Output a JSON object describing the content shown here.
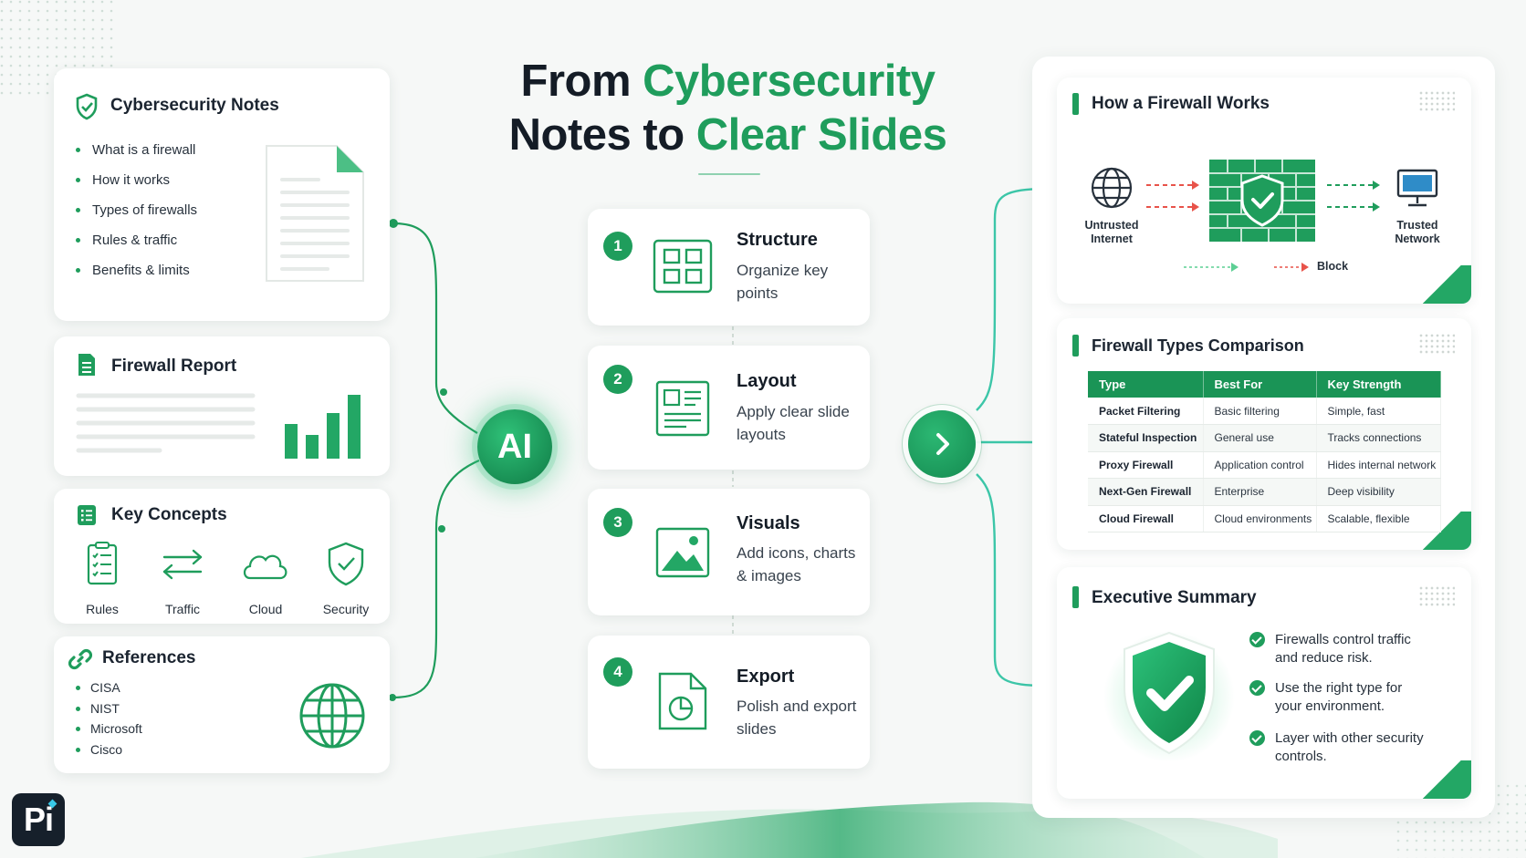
{
  "title": {
    "part1": "From ",
    "highlight1": "Cybersecurity",
    "part2": "Notes to ",
    "highlight2": "Clear Slides"
  },
  "notes_card": {
    "title": "Cybersecurity Notes",
    "items": [
      "What is a firewall",
      "How it works",
      "Types of firewalls",
      "Rules & traffic",
      "Benefits & limits"
    ]
  },
  "report_card": {
    "title": "Firewall Report"
  },
  "concepts_card": {
    "title": "Key Concepts",
    "items": [
      {
        "label": "Rules",
        "icon": "checklist-icon"
      },
      {
        "label": "Traffic",
        "icon": "swap-arrows-icon"
      },
      {
        "label": "Cloud",
        "icon": "cloud-icon"
      },
      {
        "label": "Security",
        "icon": "shield-check-icon"
      }
    ]
  },
  "references_card": {
    "title": "References",
    "items": [
      "CISA",
      "NIST",
      "Microsoft",
      "Cisco"
    ]
  },
  "ai_hub": {
    "label": "AI"
  },
  "steps": [
    {
      "num": "1",
      "title": "Structure",
      "desc": "Organize key points",
      "icon": "grid-layout-icon"
    },
    {
      "num": "2",
      "title": "Layout",
      "desc": "Apply clear slide layouts",
      "icon": "slide-layout-icon"
    },
    {
      "num": "3",
      "title": "Visuals",
      "desc": "Add icons, charts & images",
      "icon": "image-icon"
    },
    {
      "num": "4",
      "title": "Export",
      "desc": "Polish and export slides",
      "icon": "export-file-icon"
    }
  ],
  "firewall_slide": {
    "title": "How a Firewall Works",
    "left_label_line1": "Untrusted",
    "left_label_line2": "Internet",
    "right_label_line1": "Trusted",
    "right_label_line2": "Network",
    "legend_block": "Block"
  },
  "comparison_slide": {
    "title": "Firewall Types Comparison",
    "headers": [
      "Type",
      "Best For",
      "Key Strength"
    ],
    "rows": [
      [
        "Packet Filtering",
        "Basic filtering",
        "Simple, fast"
      ],
      [
        "Stateful Inspection",
        "General use",
        "Tracks connections"
      ],
      [
        "Proxy Firewall",
        "Application control",
        "Hides internal network"
      ],
      [
        "Next-Gen Firewall",
        "Enterprise",
        "Deep visibility"
      ],
      [
        "Cloud Firewall",
        "Cloud environments",
        "Scalable, flexible"
      ]
    ]
  },
  "summary_slide": {
    "title": "Executive Summary",
    "points": [
      {
        "line1": "Firewalls control traffic",
        "line2": "and reduce risk."
      },
      {
        "line1": "Use the right type for",
        "line2": "your environment."
      },
      {
        "line1": "Layer with other security",
        "line2": "controls."
      }
    ]
  },
  "brand": {
    "logo_text": "Pi"
  },
  "colors": {
    "accent": "#1f9d5c",
    "accent_dark": "#0f7a45",
    "block_red": "#e8534a",
    "connector": "#3cc6a8"
  }
}
